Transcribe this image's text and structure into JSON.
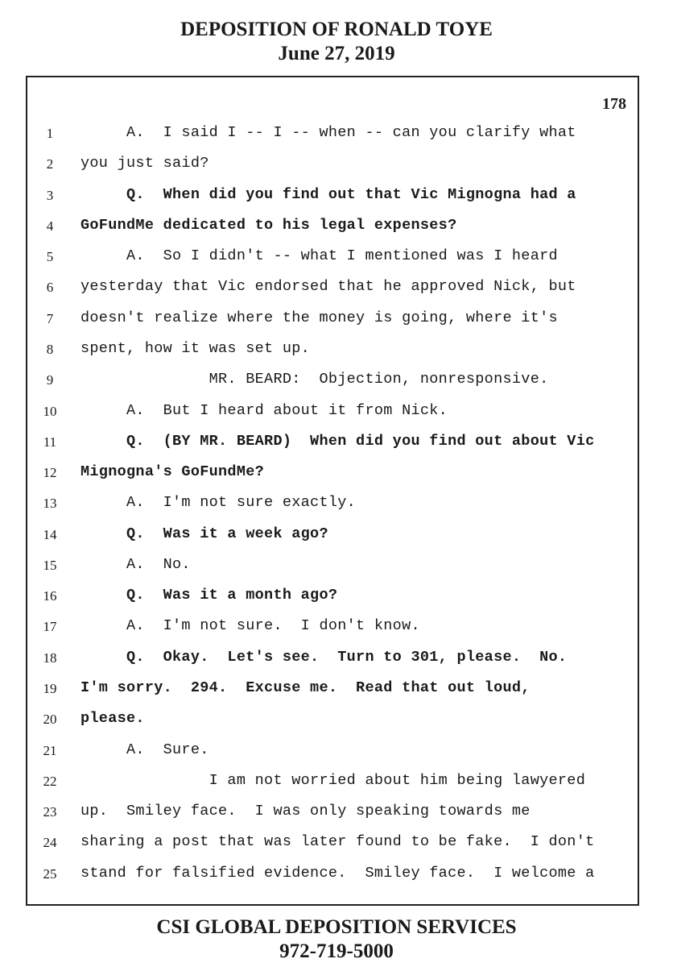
{
  "header": {
    "title": "DEPOSITION OF RONALD TOYE",
    "date": "June 27, 2019"
  },
  "page_number": "178",
  "lines": [
    {
      "num": "1",
      "text": "     A.  I said I -- I -- when -- can you clarify what",
      "bold": false
    },
    {
      "num": "2",
      "text": "you just said?",
      "bold": false
    },
    {
      "num": "3",
      "text": "     Q.  When did you find out that Vic Mignogna had a",
      "bold": true
    },
    {
      "num": "4",
      "text": "GoFundMe dedicated to his legal expenses?",
      "bold": true
    },
    {
      "num": "5",
      "text": "     A.  So I didn't -- what I mentioned was I heard",
      "bold": false
    },
    {
      "num": "6",
      "text": "yesterday that Vic endorsed that he approved Nick, but",
      "bold": false
    },
    {
      "num": "7",
      "text": "doesn't realize where the money is going, where it's",
      "bold": false
    },
    {
      "num": "8",
      "text": "spent, how it was set up.",
      "bold": false
    },
    {
      "num": "9",
      "text": "              MR. BEARD:  Objection, nonresponsive.",
      "bold": false
    },
    {
      "num": "10",
      "text": "     A.  But I heard about it from Nick.",
      "bold": false
    },
    {
      "num": "11",
      "text": "     Q.  (BY MR. BEARD)  When did you find out about Vic",
      "bold": true
    },
    {
      "num": "12",
      "text": "Mignogna's GoFundMe?",
      "bold": true
    },
    {
      "num": "13",
      "text": "     A.  I'm not sure exactly.",
      "bold": false
    },
    {
      "num": "14",
      "text": "     Q.  Was it a week ago?",
      "bold": true
    },
    {
      "num": "15",
      "text": "     A.  No.",
      "bold": false
    },
    {
      "num": "16",
      "text": "     Q.  Was it a month ago?",
      "bold": true
    },
    {
      "num": "17",
      "text": "     A.  I'm not sure.  I don't know.",
      "bold": false
    },
    {
      "num": "18",
      "text": "     Q.  Okay.  Let's see.  Turn to 301, please.  No.",
      "bold": true
    },
    {
      "num": "19",
      "text": "I'm sorry.  294.  Excuse me.  Read that out loud,",
      "bold": true
    },
    {
      "num": "20",
      "text": "please.",
      "bold": true
    },
    {
      "num": "21",
      "text": "     A.  Sure.",
      "bold": false
    },
    {
      "num": "22",
      "text": "              I am not worried about him being lawyered",
      "bold": false
    },
    {
      "num": "23",
      "text": "up.  Smiley face.  I was only speaking towards me",
      "bold": false
    },
    {
      "num": "24",
      "text": "sharing a post that was later found to be fake.  I don't",
      "bold": false
    },
    {
      "num": "25",
      "text": "stand for falsified evidence.  Smiley face.  I welcome a",
      "bold": false
    }
  ],
  "footer": {
    "company": "CSI GLOBAL DEPOSITION SERVICES",
    "phone": "972-719-5000"
  }
}
